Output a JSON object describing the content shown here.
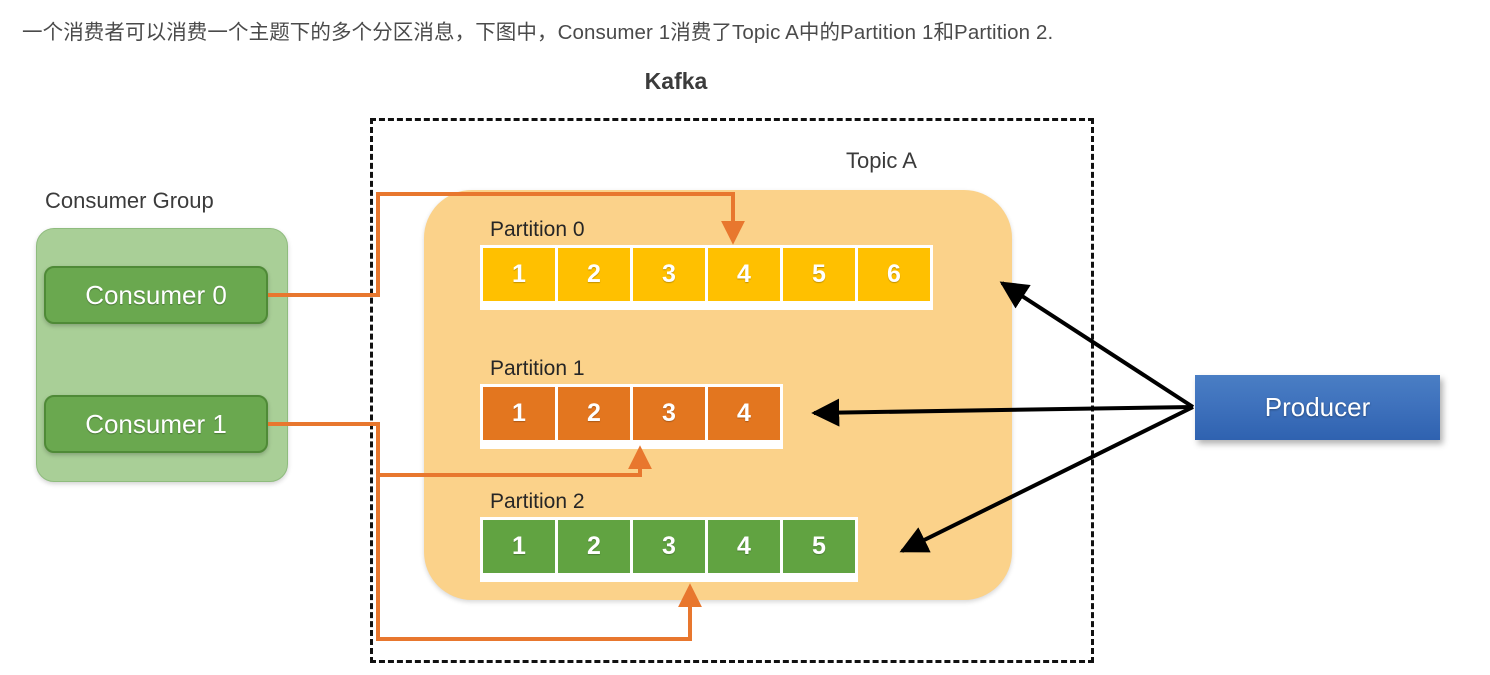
{
  "caption": {
    "text": "一个消费者可以消费一个主题下的多个分区消息，下图中，Consumer 1消费了Topic A中的Partition 1和Partition 2."
  },
  "kafka": {
    "title": "Kafka",
    "boundary_style": "dash-dot"
  },
  "topic": {
    "title": "Topic A",
    "panel_color": "#FBD28A",
    "partitions": [
      {
        "label": "Partition 0",
        "color": "#FFC000",
        "messages": [
          "1",
          "2",
          "3",
          "4",
          "5",
          "6"
        ]
      },
      {
        "label": "Partition 1",
        "color": "#E3761F",
        "messages": [
          "1",
          "2",
          "3",
          "4"
        ]
      },
      {
        "label": "Partition 2",
        "color": "#61A341",
        "messages": [
          "1",
          "2",
          "3",
          "4",
          "5"
        ]
      }
    ]
  },
  "consumer_group": {
    "title": "Consumer Group",
    "box_color": "#A9CF97",
    "chip_color": "#6AA84F",
    "consumers": [
      {
        "label": "Consumer 0"
      },
      {
        "label": "Consumer 1"
      }
    ]
  },
  "producer": {
    "label": "Producer",
    "color": "#3F72BD"
  },
  "connections": {
    "consumer_line_color": "#E8772E",
    "producer_line_color": "#000000",
    "consumer_0_to": [
      "Partition 0"
    ],
    "consumer_1_to": [
      "Partition 1",
      "Partition 2"
    ],
    "producer_to": [
      "Partition 0",
      "Partition 1",
      "Partition 2"
    ]
  }
}
